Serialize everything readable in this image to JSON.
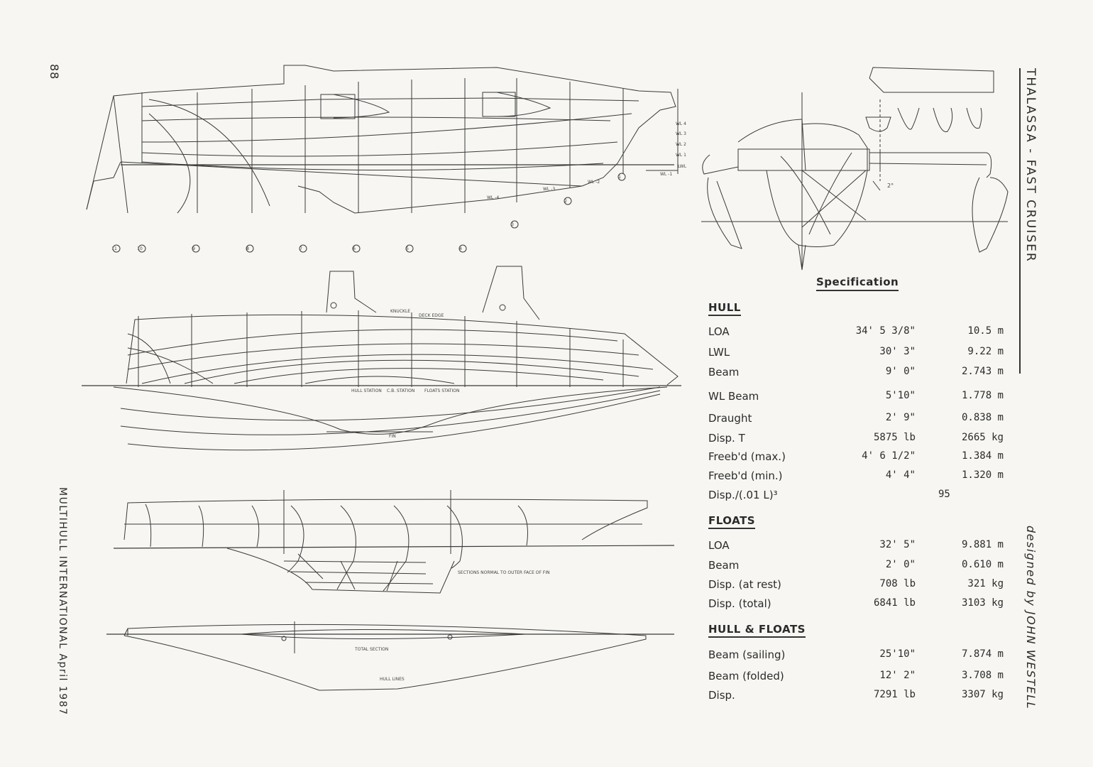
{
  "page_number": "88",
  "side_caption": "MULTIHULL INTERNATIONAL  April 1987",
  "title": "THALASSA  -  FAST CRUISER",
  "designer": "designed by JOHN WESTELL",
  "spec_title": "Specification",
  "sections": {
    "hull": {
      "heading": "HULL",
      "rows": [
        {
          "label": "LOA",
          "imperial": "34' 5 3/8\"",
          "metric": "10.5  m"
        },
        {
          "label": "LWL",
          "imperial": "30' 3\"",
          "metric": "9.22  m"
        },
        {
          "label": "Beam",
          "imperial": "9' 0\"",
          "metric": "2.743 m"
        },
        {
          "label": "WL Beam",
          "imperial": "5'10\"",
          "metric": "1.778 m"
        },
        {
          "label": "Draught",
          "imperial": "2' 9\"",
          "metric": "0.838 m"
        },
        {
          "label": "Disp. T",
          "imperial": "5875 lb",
          "metric": "2665 kg"
        },
        {
          "label": "Freeb'd  (max.)",
          "imperial": "4' 6 1/2\"",
          "metric": "1.384 m"
        },
        {
          "label": "Freeb'd  (min.)",
          "imperial": "4' 4\"",
          "metric": "1.320 m"
        }
      ],
      "ratio_label": "Disp./(.01 L)³",
      "ratio_value": "95"
    },
    "floats": {
      "heading": "FLOATS",
      "rows": [
        {
          "label": "LOA",
          "imperial": "32' 5\"",
          "metric": "9.881 m"
        },
        {
          "label": "Beam",
          "imperial": "2' 0\"",
          "metric": "0.610 m"
        },
        {
          "label": "Disp.  (at rest)",
          "imperial": "708 lb",
          "metric": "321 kg"
        },
        {
          "label": "Disp.  (total)",
          "imperial": "6841 lb",
          "metric": "3103 kg"
        }
      ]
    },
    "hull_floats": {
      "heading": "HULL & FLOATS",
      "rows": [
        {
          "label": "Beam  (sailing)",
          "imperial": "25'10\"",
          "metric": "7.874 m"
        },
        {
          "label": "Beam  (folded)",
          "imperial": "12' 2\"",
          "metric": "3.708 m"
        },
        {
          "label": "Disp.",
          "imperial": "7291 lb",
          "metric": "3307 kg"
        }
      ]
    }
  },
  "drawing": {
    "waterline_labels": [
      "WL 4",
      "WL 3",
      "WL 2",
      "WL 1",
      "LWL",
      "WL -1",
      "WL -2",
      "WL -3",
      "WL -4"
    ],
    "station_labels": [
      "1",
      "2",
      "3",
      "4",
      "5",
      "6",
      "7",
      "8",
      "9",
      "10",
      "11"
    ],
    "plan_notes": [
      "KNUCKLE",
      "DECK EDGE",
      "HULL STATION",
      "C.B. STATION",
      "FLOATS STATION",
      "FIN",
      "SECTIONS NORMAL TO OUTER FACE OF FIN",
      "TOTAL SECTION",
      "HULL LINES"
    ],
    "angle_label": "2°"
  }
}
